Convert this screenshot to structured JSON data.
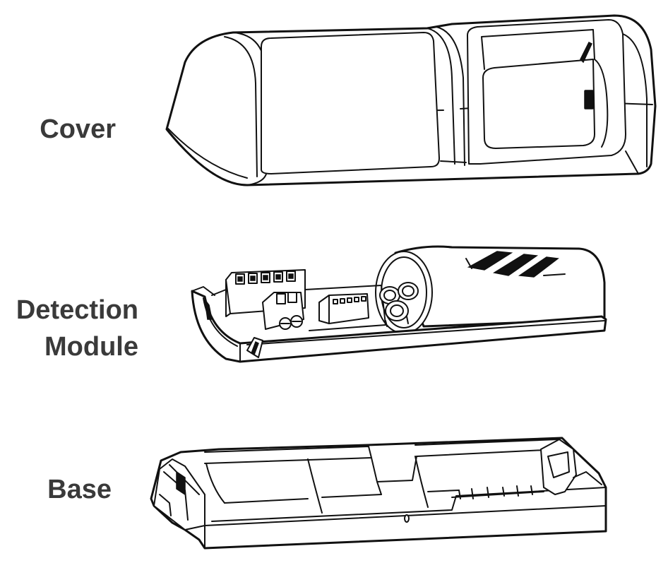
{
  "labels": {
    "cover": "Cover",
    "detection_line1": "Detection",
    "detection_line2": "Module",
    "base": "Base"
  },
  "colors": {
    "text": "#3a3a3a",
    "line": "#111111",
    "background": "#ffffff"
  }
}
